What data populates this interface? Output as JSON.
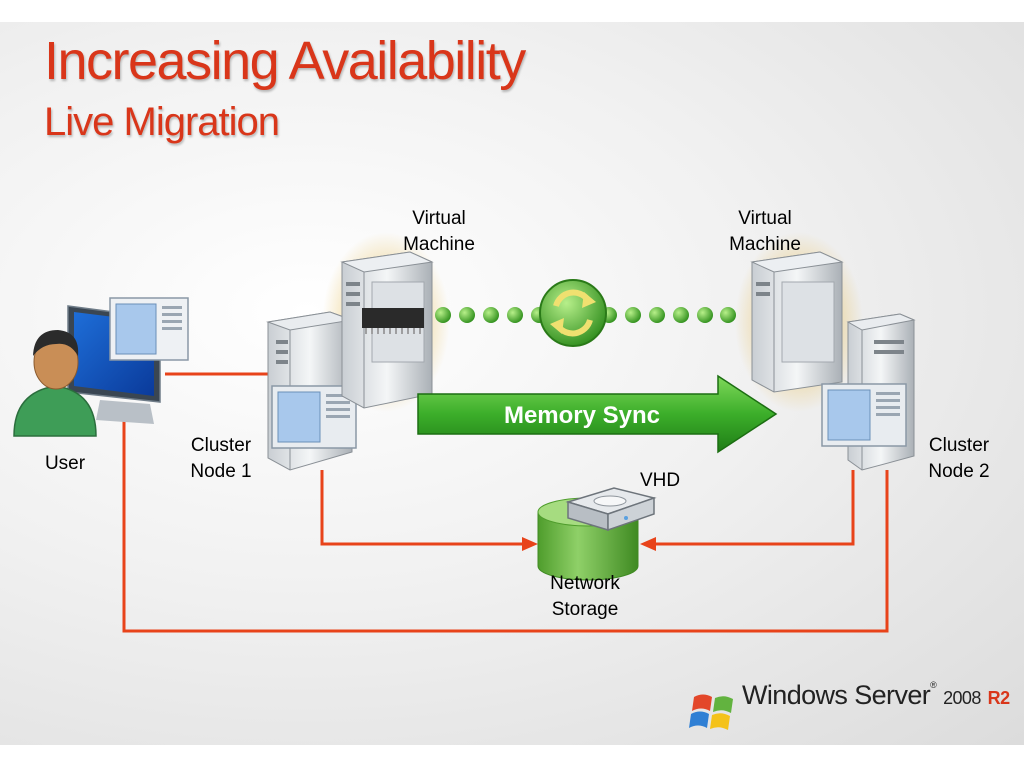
{
  "slide": {
    "title": "Increasing Availability",
    "subtitle": "Live Migration"
  },
  "labels": {
    "vm_left": "Virtual\nMachine",
    "vm_right": "Virtual\nMachine",
    "user": "User",
    "node1": "Cluster\nNode 1",
    "node2": "Cluster\nNode 2",
    "vhd": "VHD",
    "storage": "Network\nStorage",
    "memory_sync": "Memory Sync"
  },
  "logo": {
    "brand": "Windows Server",
    "version": "2008",
    "edition": "R2"
  },
  "colors": {
    "title": "#d9361a",
    "connector": "#e8431a",
    "sync_arrow": "#3cae2a",
    "storage": "#5fb63a",
    "vm_glow": "#d9b45a"
  },
  "icons": [
    "user-icon",
    "monitor-icon",
    "server-icon",
    "memory-chip-icon",
    "sync-icon",
    "storage-icon",
    "disk-icon",
    "windows-flag-icon"
  ]
}
